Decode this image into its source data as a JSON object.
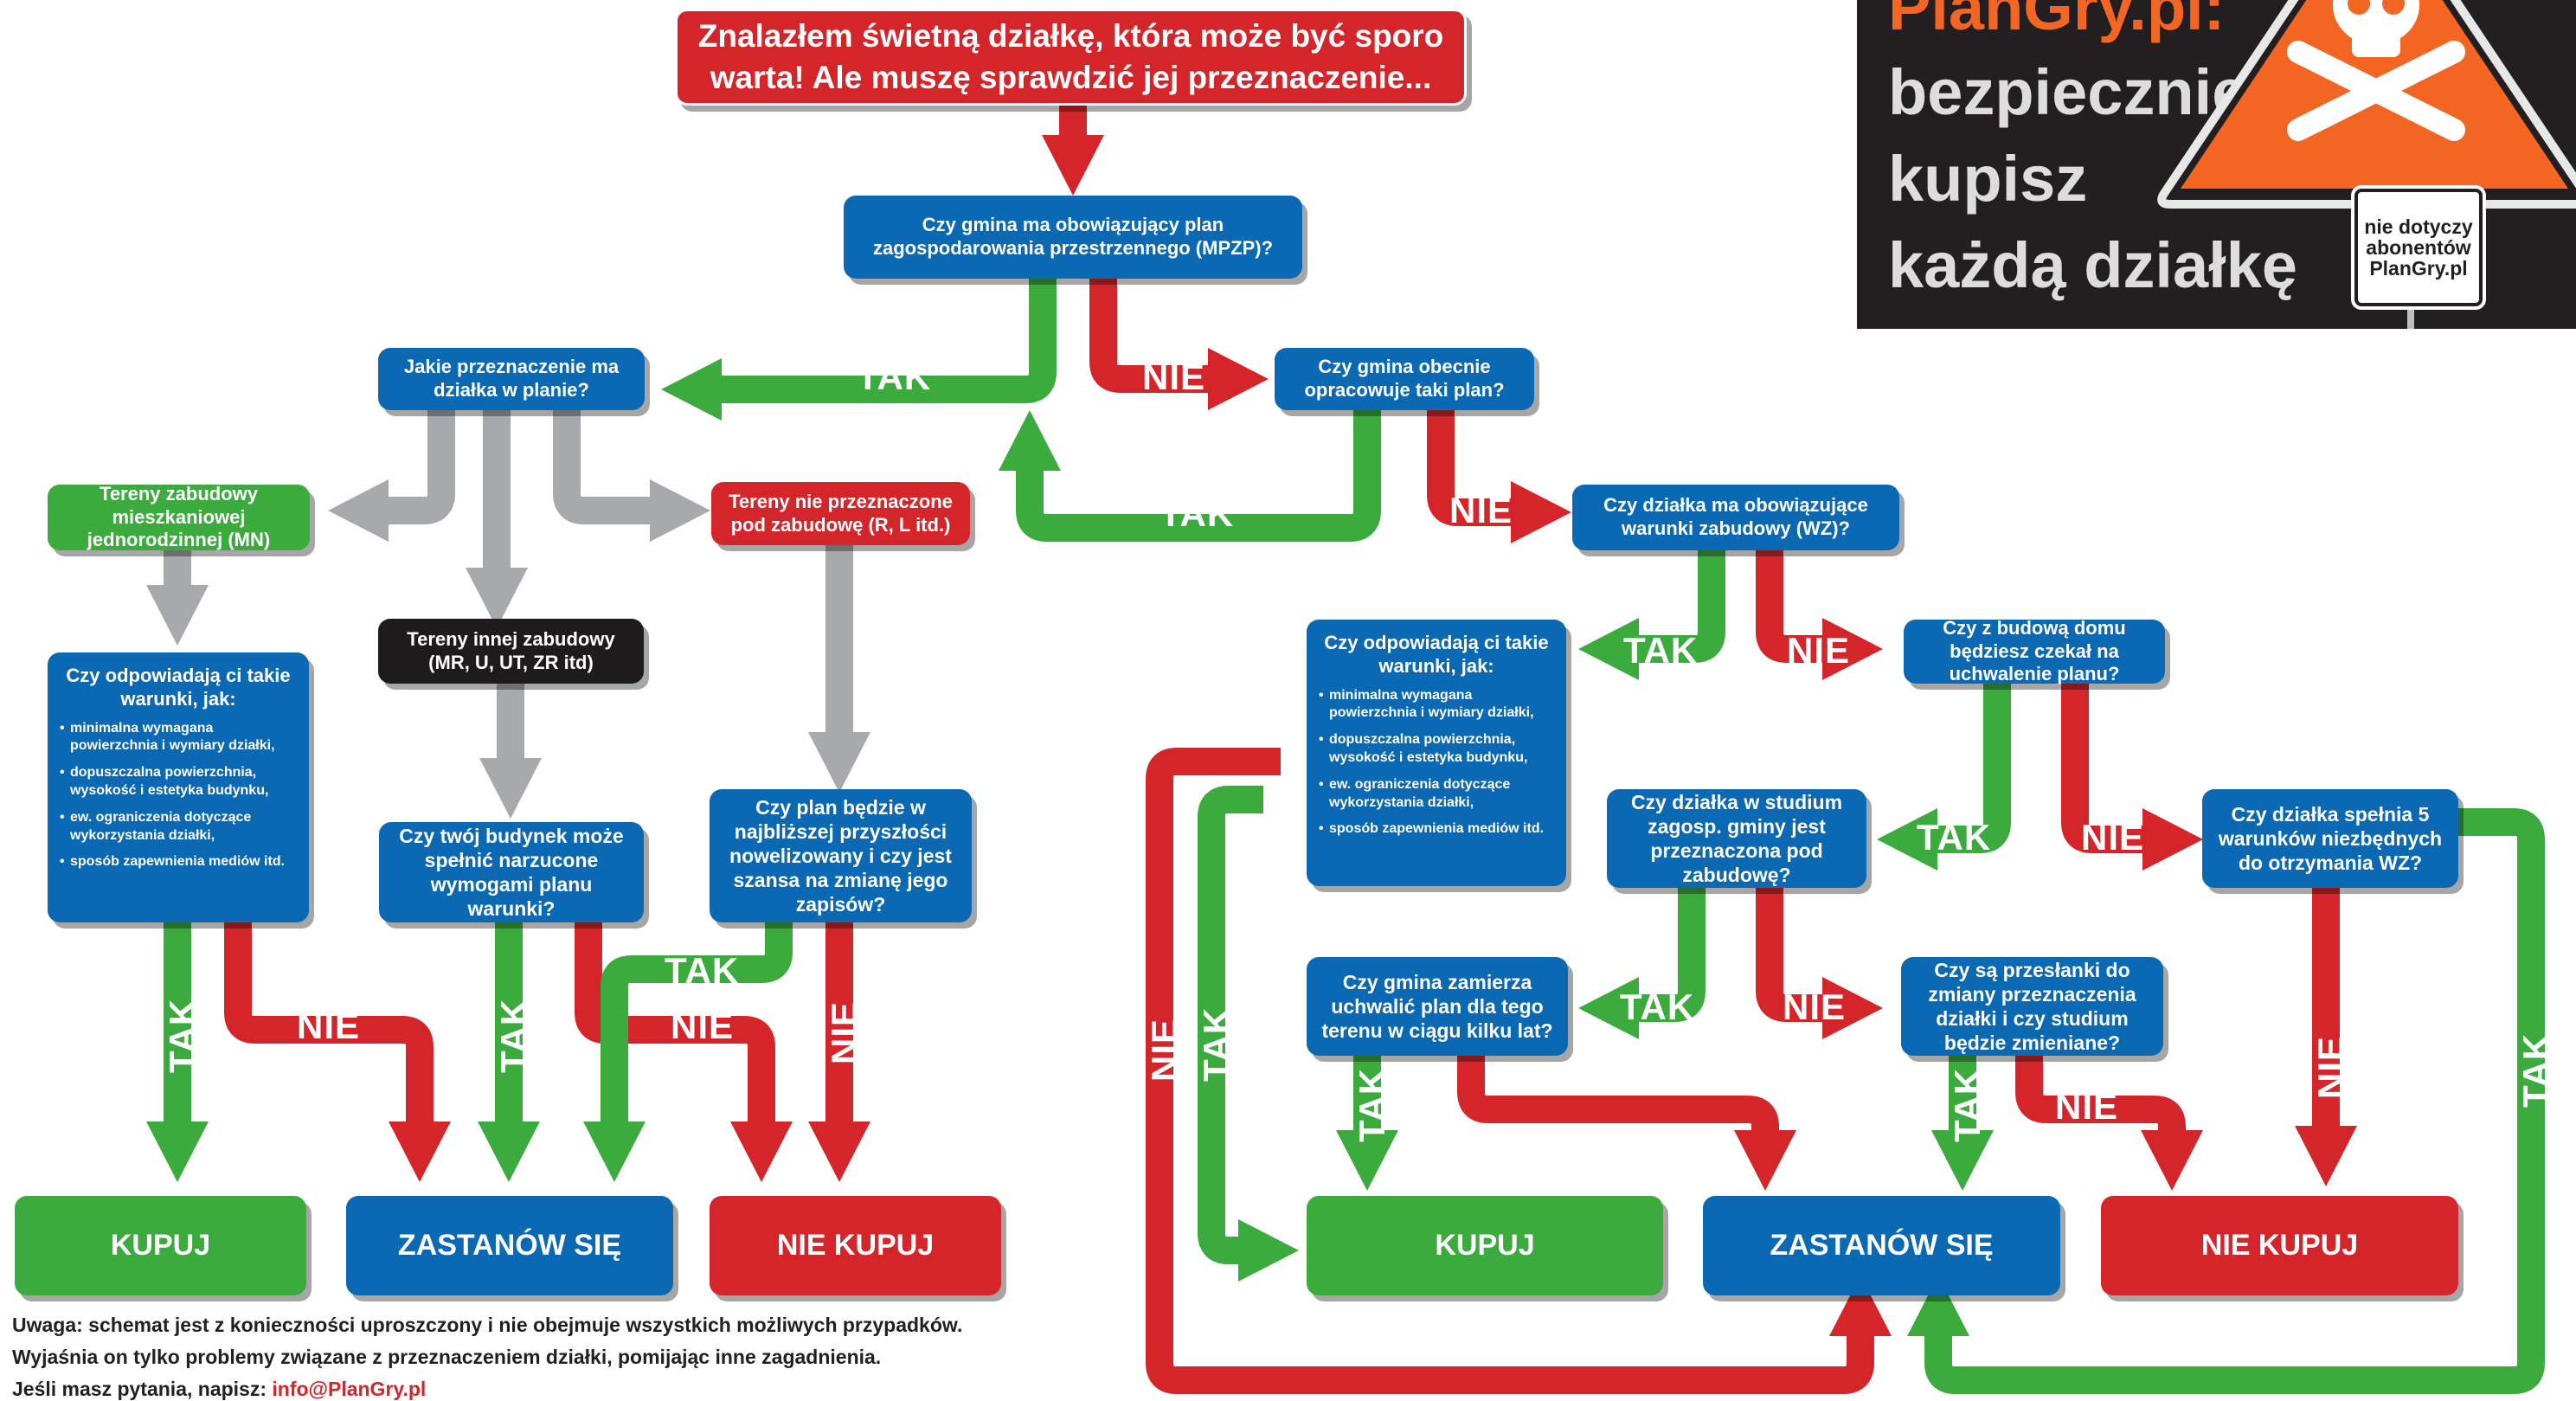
{
  "start": "Znalazłem świetną działkę, która może być sporo warta! Ale muszę sprawdzić jej przeznaczenie...",
  "questions": {
    "q_mpzp": "Czy gmina ma obowiązujący plan zagospodarowania przestrzennego (MPZP)?",
    "q_przeznaczenie": "Jakie przeznaczenie ma działka w planie?",
    "q_opracowuje": "Czy gmina obecnie opracowuje taki plan?",
    "q_wz": "Czy działka ma obowiązujące warunki zabudowy (WZ)?",
    "q_budynek": "Czy twój budynek może spełnić narzucone wymogami planu warunki?",
    "q_nowelizacja": "Czy plan będzie w najbliższej przyszłości nowelizowany i czy jest szansa na zmianę jego zapisów?",
    "q_czekal": "Czy z budową domu będziesz czekał na uchwalenie planu?",
    "q_studium": "Czy działka w studium zagosp. gminy jest przeznaczona pod zabudowę?",
    "q_5warunkow": "Czy działka spełnia 5 warunków niezbędnych do otrzymania WZ?",
    "q_zamierza": "Czy gmina zamierza uchwalić plan dla tego terenu w ciągu kilku lat?",
    "q_przeslanki": "Czy są przesłanki do zmiany przeznaczenia działki i czy studium będzie zmieniane?"
  },
  "categories": {
    "mn": "Tereny zabudowy mieszkaniowej jednorodzinnej (MN)",
    "nie_zabud": "Tereny nie przeznaczone pod zabudowę (R, L itd.)",
    "inne": "Tereny innej zabudowy (MR, U, UT, ZR itd)"
  },
  "conditions": {
    "head": "Czy odpowiadają ci takie warunki, jak:",
    "items": [
      "minimalna wymagana powierzchnia i wymiary działki,",
      "dopuszczalna powierzchnia, wysokość i estetyka budynku,",
      "ew. ograniczenia dotyczące wykorzystania działki,",
      "sposób zapewnienia mediów itd."
    ]
  },
  "outcomes": {
    "kupuj": "KUPUJ",
    "zastanow": "ZASTANÓW SIĘ",
    "nie_kupuj": "NIE KUPUJ"
  },
  "labels": {
    "tak": "TAK",
    "nie": "NIE"
  },
  "note": {
    "line1": "Uwaga: schemat jest z konieczności uproszczony i nie obejmuje wszystkich możliwych przypadków.",
    "line2": "Wyjaśnia on tylko problemy związane z przeznaczeniem działki, pomijając inne zagadnienia.",
    "line3_prefix": "Jeśli masz pytania, napisz: ",
    "line3_link": "info@PlanGry.pl"
  },
  "banner": {
    "line1": "PlanGry.pl:",
    "line2": "bezpiecznie",
    "line3": "kupisz",
    "line4": "każdą działkę",
    "sign": [
      "nie dotyczy",
      "abonentów",
      "PlanGry.pl"
    ]
  },
  "colors": {
    "green": "#3cab3e",
    "red": "#d4262a",
    "blue": "#0b68b3",
    "gray": "#a7a9ac",
    "black": "#1f1b1c",
    "orange": "#f26522"
  }
}
